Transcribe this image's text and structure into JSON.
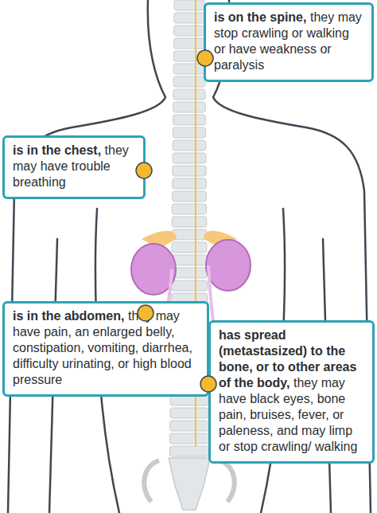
{
  "diagram": {
    "nodes": [
      {
        "text": [
          "is on the spine,",
          "they may stop crawling or walking or have weakness or paralysis"
        ]
      },
      {
        "text": [
          "is in the chest,",
          "they may have trouble breathing"
        ]
      },
      {
        "text": [
          "is in the abdomen,",
          "they may have pain, an enlarged belly, constipation, vomiting, diarrhea, difficulty urinating, or high blood pressure"
        ]
      },
      {
        "text": [
          "has spread (metastasized) to the bone, or to other areas of the body,",
          "they may have black eyes, bone pain, bruises, fever, or paleness, and may limp or stop crawling/ walking"
        ]
      }
    ]
  }
}
